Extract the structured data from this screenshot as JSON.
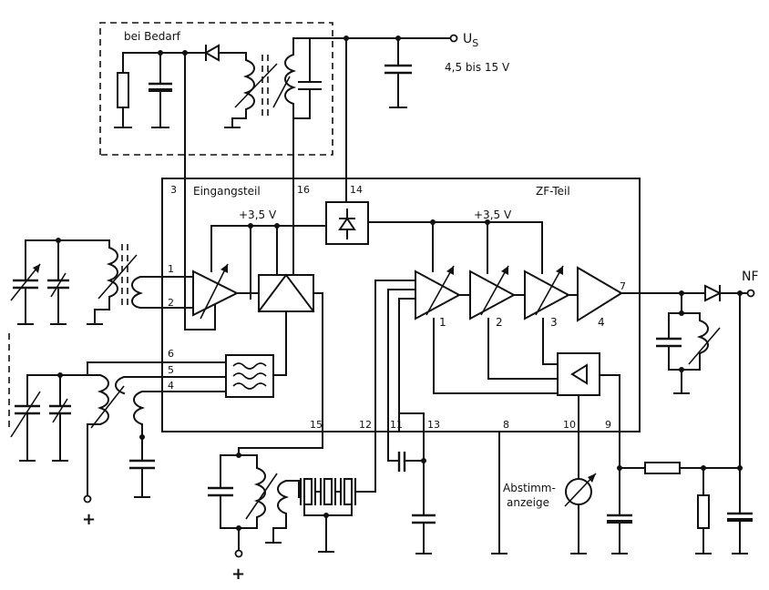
{
  "labels": {
    "optional_block": "bei Bedarf",
    "supply_symbol": "U",
    "supply_sub": "S",
    "supply_range": "4,5 bis 15 V",
    "input_section": "Eingangsteil",
    "if_section": "ZF-Teil",
    "rail_left": "+3,5 V",
    "rail_right": "+3,5 V",
    "output": "NF",
    "tuning_indicator_line1": "Abstimm-",
    "tuning_indicator_line2": "anzeige",
    "plus_left": "+",
    "plus_bottom": "+"
  },
  "pins": {
    "p1": "1",
    "p2": "2",
    "p3": "3",
    "p4": "4",
    "p5": "5",
    "p6": "6",
    "p7": "7",
    "p8": "8",
    "p9": "9",
    "p10": "10",
    "p11": "11",
    "p12": "12",
    "p13": "13",
    "p14": "14",
    "p15": "15",
    "p16": "16"
  },
  "stages": {
    "s1": "1",
    "s2": "2",
    "s3": "3",
    "s4": "4"
  }
}
